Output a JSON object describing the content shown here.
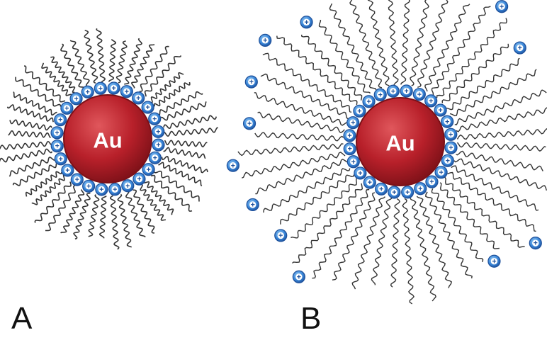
{
  "panels": [
    {
      "id": "A",
      "label": "A",
      "core_label": "Au",
      "ligand_count": 24,
      "looped": false
    },
    {
      "id": "B",
      "label": "B",
      "core_label": "Au",
      "ligand_count": 24,
      "looped": true
    }
  ],
  "colors": {
    "core_fill": "#b8202a",
    "core_highlight": "#e0575c",
    "core_edge": "#7a1017",
    "charge_fill": "#3a86d8",
    "charge_edge": "#1c4f9a",
    "chain": "#333333"
  },
  "charge_symbol": "+",
  "icons": {
    "charge": "plus-charge-bead-icon"
  }
}
